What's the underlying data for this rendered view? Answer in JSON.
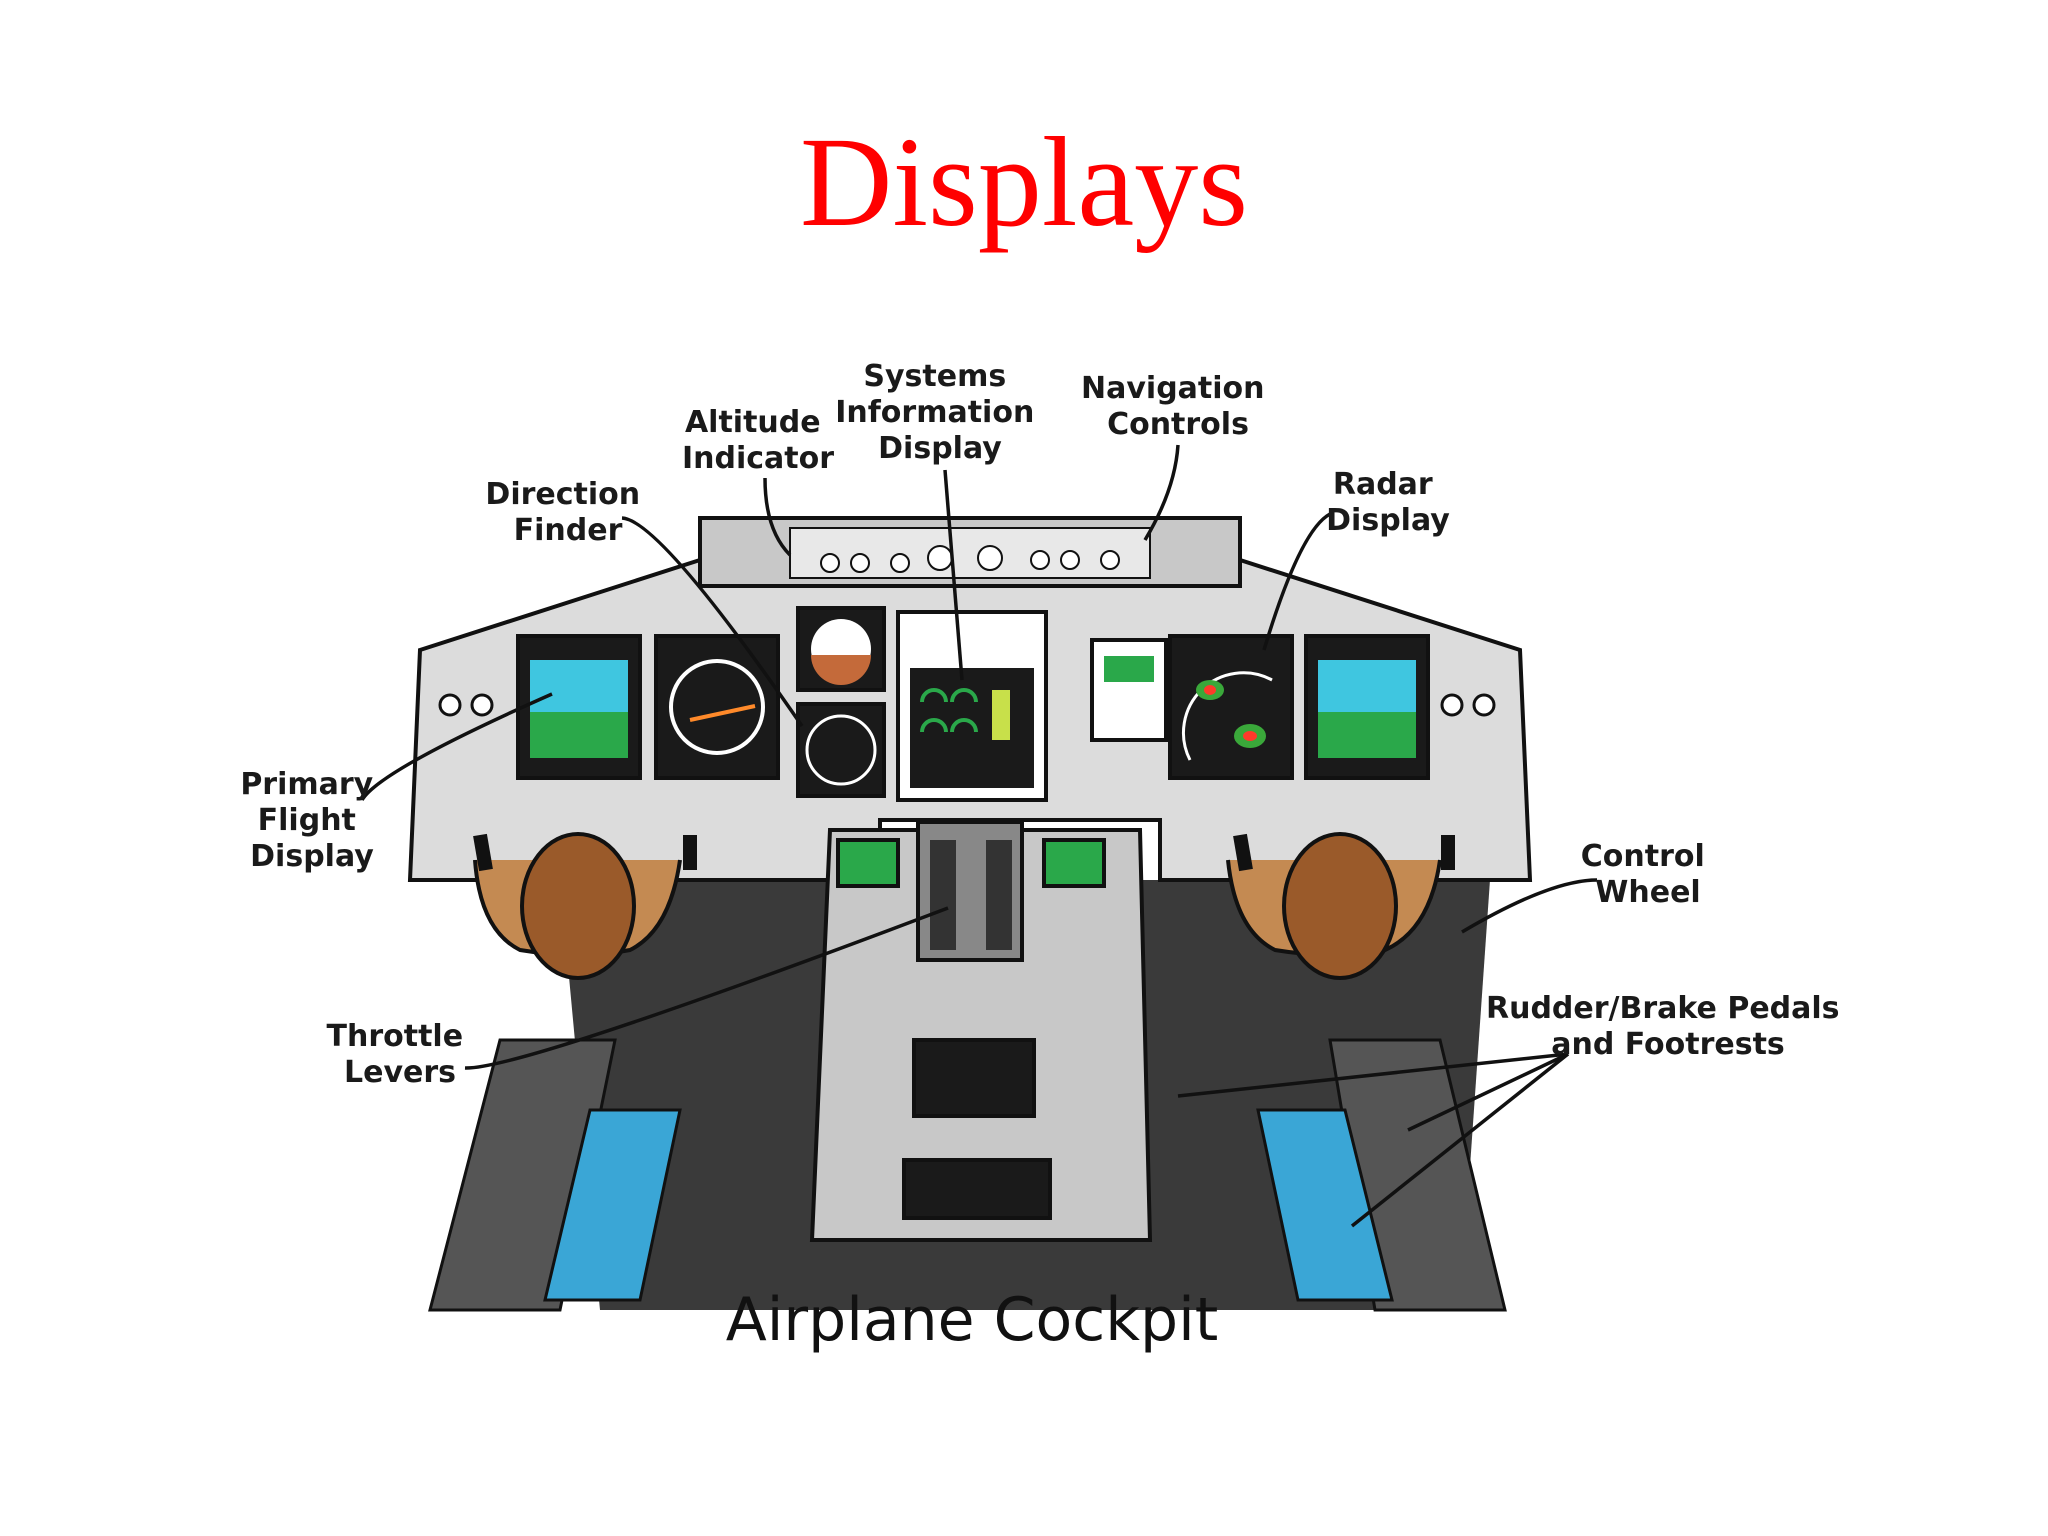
{
  "title": "Displays",
  "caption": "Airplane Cockpit",
  "labels": {
    "altitude_indicator": [
      "Altitude",
      "Indicator"
    ],
    "systems_information_display": [
      "Systems",
      "Information",
      "Display"
    ],
    "navigation_controls": [
      "Navigation",
      "Controls"
    ],
    "direction_finder": [
      "Direction",
      "Finder"
    ],
    "radar_display": [
      "Radar",
      "Display"
    ],
    "primary_flight_display": [
      "Primary",
      "Flight",
      "Display"
    ],
    "control_wheel": [
      "Control",
      "Wheel"
    ],
    "throttle_levers": [
      "Throttle",
      "Levers"
    ],
    "rudder_brake_pedals": [
      "Rudder/Brake Pedals",
      "and Footrests"
    ]
  },
  "colors": {
    "title": "#ff0000",
    "panel": "#dcdcdc",
    "screen_green": "#2aa84a",
    "screen_cyan": "#3fc6e0",
    "floor": "#3a3a3a",
    "skin": "#c48a52",
    "hair": "#9a5a2a",
    "pedal_blue": "#3aa6d6"
  }
}
